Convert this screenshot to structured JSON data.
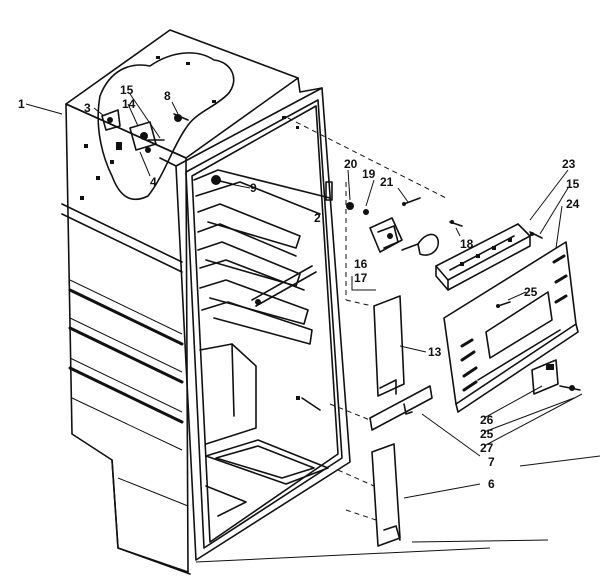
{
  "diagram": {
    "part_labels": [
      "1",
      "3",
      "15",
      "14",
      "8",
      "4",
      "9",
      "2",
      "20",
      "19",
      "21",
      "18",
      "16",
      "17",
      "23",
      "15",
      "24",
      "25",
      "13",
      "26",
      "25",
      "27",
      "7",
      "6"
    ]
  },
  "colors": {
    "ink": "#111111",
    "paper": "#ffffff"
  }
}
